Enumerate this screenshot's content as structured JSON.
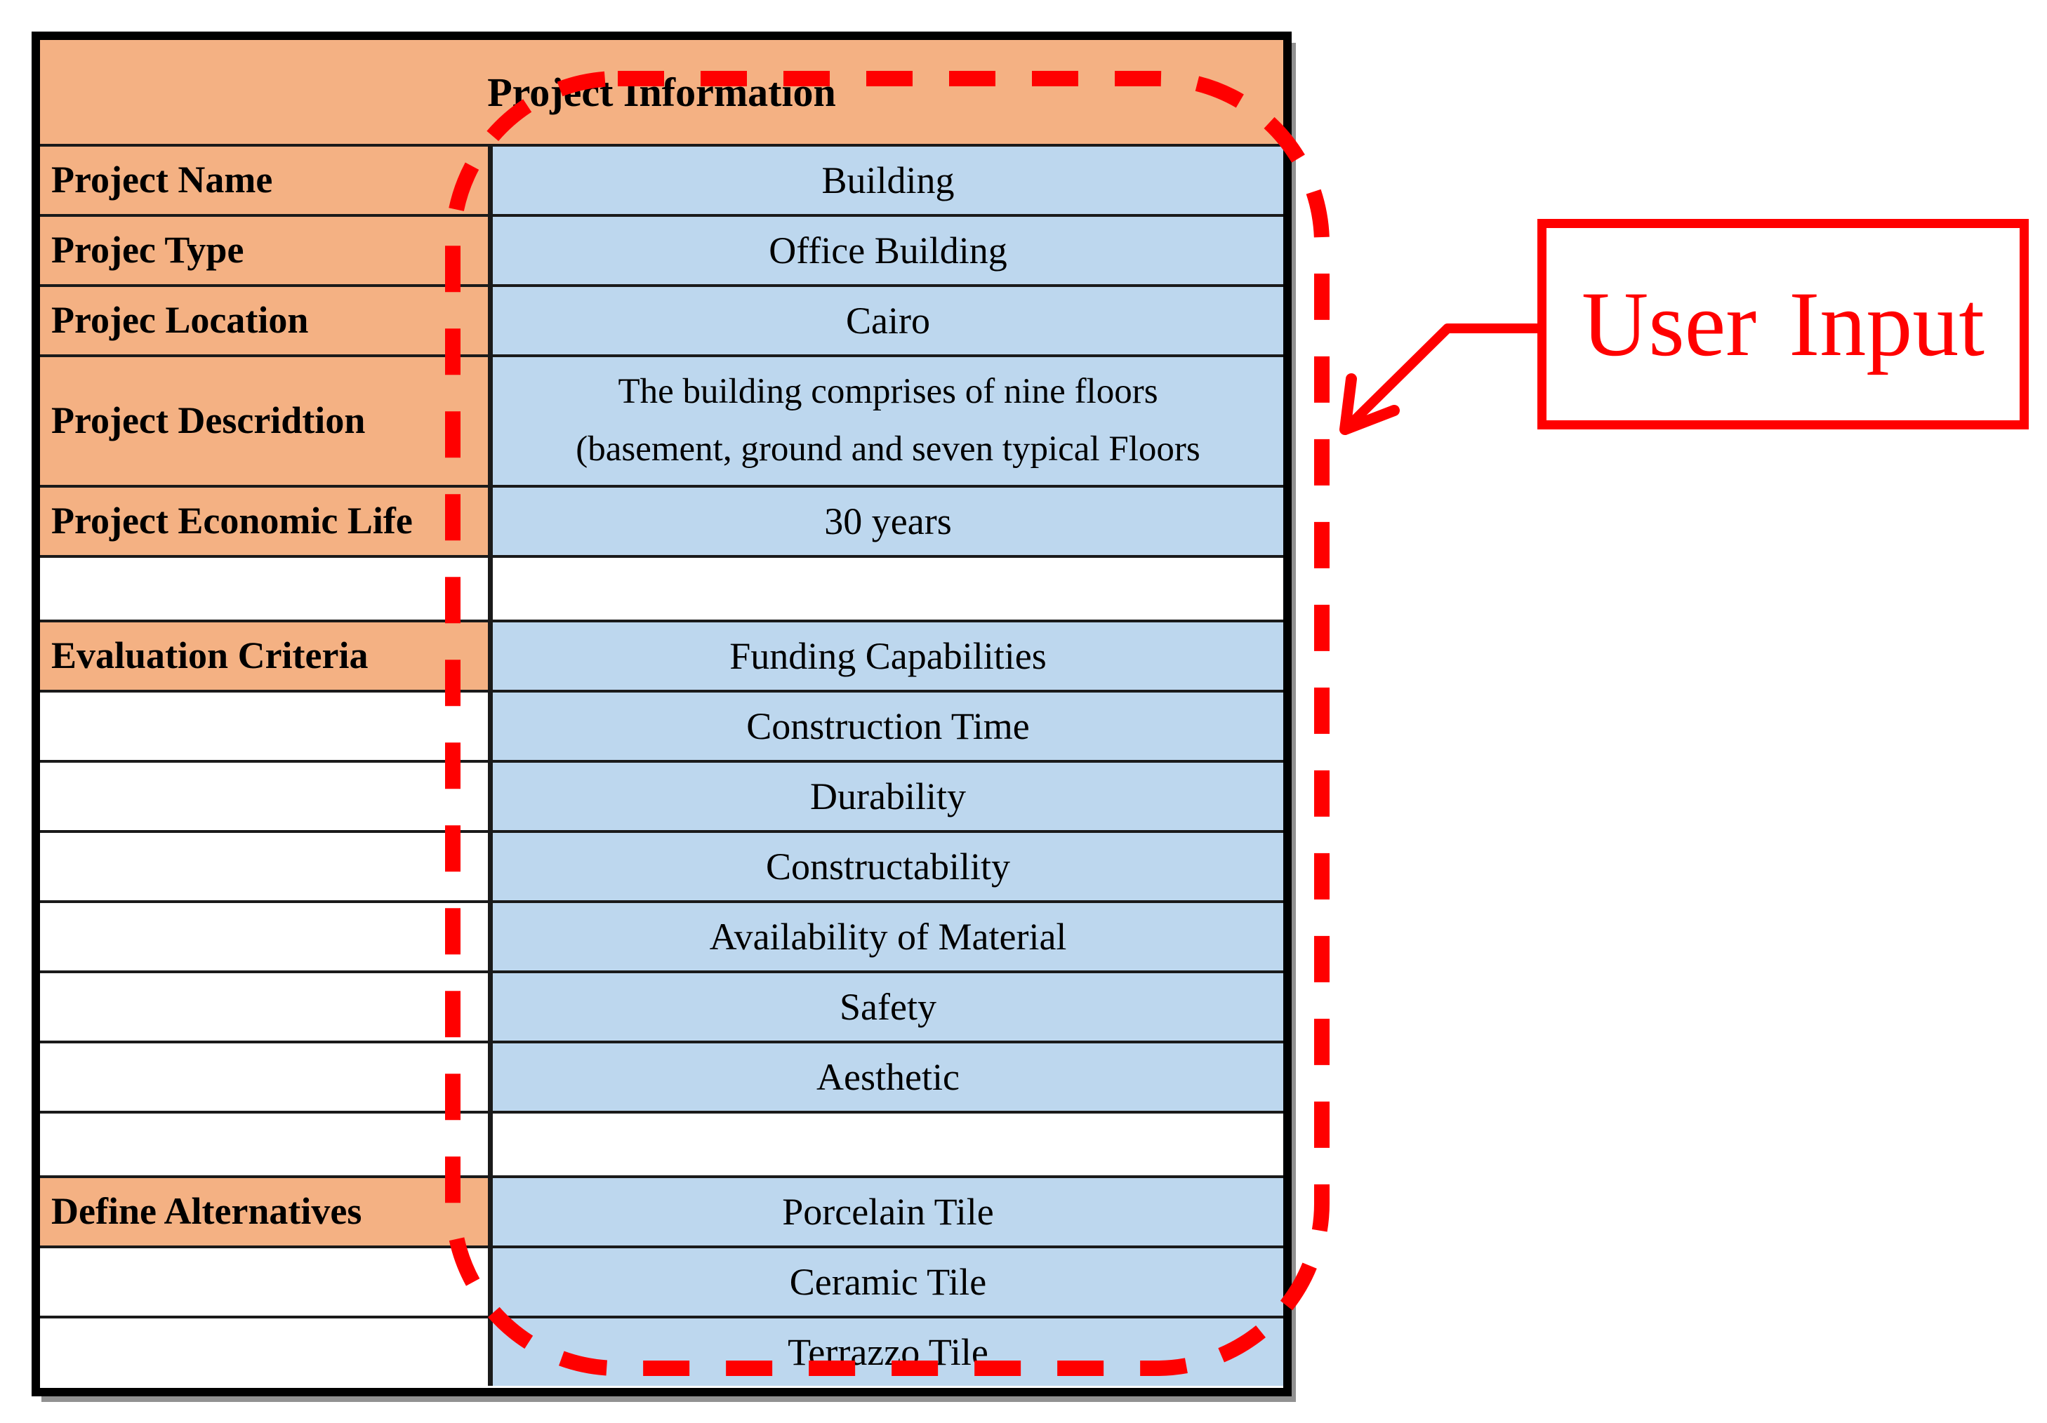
{
  "title": "Project Information",
  "rows": [
    {
      "label": "Project Name",
      "value": "Building"
    },
    {
      "label": "Projec Type",
      "value": "Office Building"
    },
    {
      "label": "Projec Location",
      "value": "Cairo"
    },
    {
      "label": "Project Descridtion",
      "value": "The building comprises of nine floors (basement, ground and seven typical Floors",
      "value_line1": "The building comprises of nine floors",
      "value_line2": "(basement, ground and seven typical Floors"
    },
    {
      "label": "Project Economic Life",
      "value": "30 years"
    },
    {
      "label": "",
      "value": ""
    },
    {
      "label": "Evaluation Criteria",
      "value": "Funding Capabilities"
    },
    {
      "label": "",
      "value": "Construction Time"
    },
    {
      "label": "",
      "value": "Durability"
    },
    {
      "label": "",
      "value": "Constructability"
    },
    {
      "label": "",
      "value": "Availability of Material"
    },
    {
      "label": "",
      "value": "Safety"
    },
    {
      "label": "",
      "value": "Aesthetic"
    },
    {
      "label": "",
      "value": ""
    },
    {
      "label": "Define Alternatives",
      "value": "Porcelain Tile"
    },
    {
      "label": "",
      "value": "Ceramic Tile"
    },
    {
      "label": "",
      "value": "Terrazzo Tile"
    }
  ],
  "annotation": {
    "label": "User Input",
    "word1": "User",
    "word2": "Input"
  },
  "colors": {
    "label_fill": "#F4B183",
    "input_fill": "#BDD7EE",
    "annotation_red": "#FF0000",
    "border_black": "#000000"
  }
}
